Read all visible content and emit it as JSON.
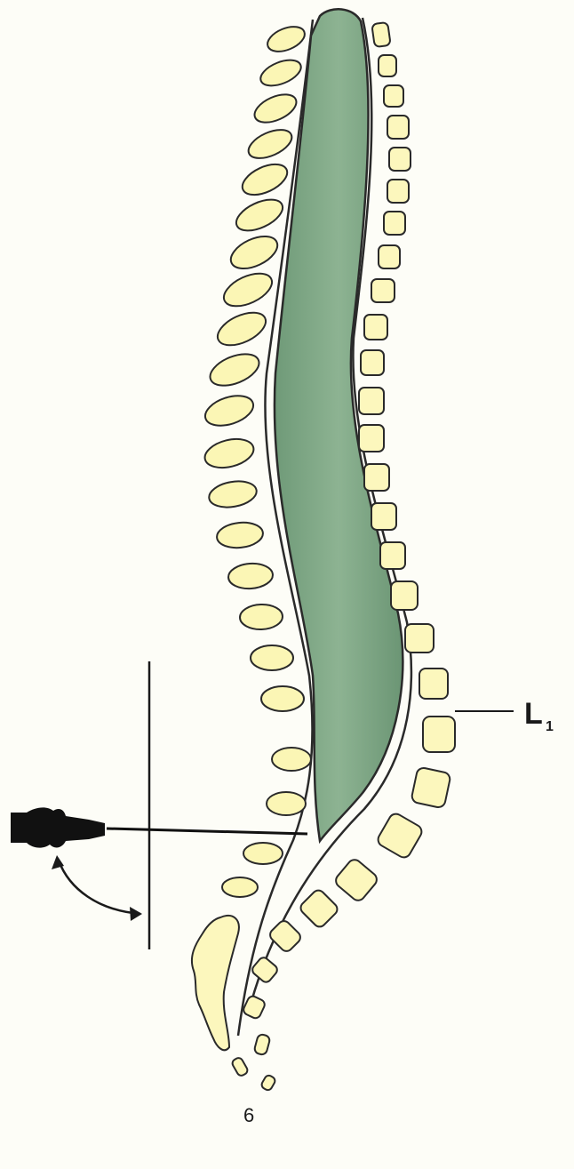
{
  "labels": {
    "l1": "L",
    "l1_sub": "1",
    "bottom": "6"
  },
  "colors": {
    "background": "#fdfdf7",
    "spinal_cord": "#7fa684",
    "vertebra": "#fbf6b5",
    "outline": "#2a2a2a",
    "needle": "#111111"
  },
  "icons": {
    "needle": "syringe-needle-icon"
  }
}
